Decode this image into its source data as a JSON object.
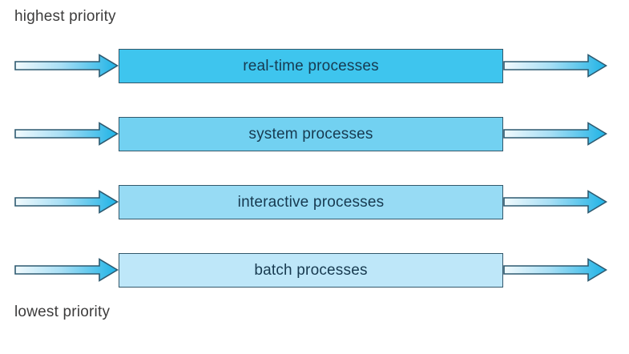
{
  "diagram": {
    "type": "multilevel-queue-scheduling",
    "title_top": "highest priority",
    "title_bottom": "lowest priority",
    "queues": [
      {
        "label": "real-time processes",
        "fill": "#3ec5ee"
      },
      {
        "label": "system processes",
        "fill": "#72d1f1"
      },
      {
        "label": "interactive processes",
        "fill": "#97dbf4"
      },
      {
        "label": "batch processes",
        "fill": "#bee7f9"
      }
    ],
    "colors": {
      "label_text": "#3d3c3c",
      "box_text": "#173a50",
      "box_border": "#33586b",
      "arrow_outline": "#2e5a70",
      "arrow_gradient_start": "#f2fafd",
      "arrow_gradient_mid": "#a8dff5",
      "arrow_gradient_end": "#1fb3e6",
      "background": "#ffffff"
    }
  }
}
